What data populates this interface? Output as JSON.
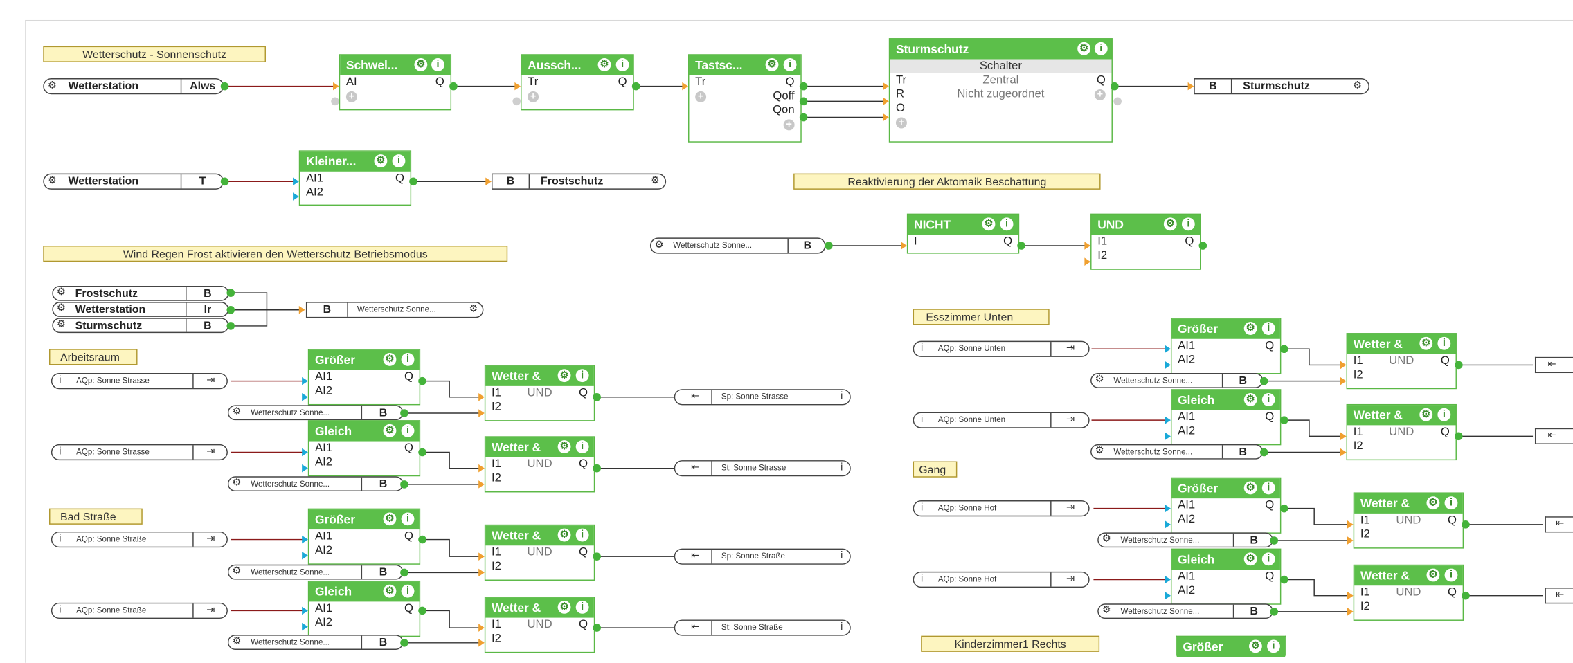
{
  "notes": {
    "wetterschutz": "Wetterschutz - Sonnenschutz",
    "reaktivierung": "Reaktivierung der Aktomaik Beschattung",
    "wind_regen": "Wind Regen Frost aktivieren den Wetterschutz Betriebsmodus",
    "arbeitsraum": "Arbeitsraum",
    "bad": "Bad Straße",
    "esszimmer": "Esszimmer Unten",
    "gang": "Gang",
    "kinderzimmer": "Kinderzimmer1 Rechts"
  },
  "icons": {
    "gear": "gear-icon",
    "info": "info-icon",
    "add": "add-input-icon",
    "input_box": "input-box-icon",
    "output_box": "output-box-icon"
  },
  "colors": {
    "block_header": "#5cbf4a",
    "note_bg": "#fdf5c0",
    "bool_wire": "#333333",
    "analog_wire": "#8b1a1a",
    "input_port": "#f0a030",
    "analog_port": "#19a9d8"
  },
  "pins": {
    "ai": "AI",
    "ai1": "AI1",
    "ai2": "AI2",
    "q": "Q",
    "tr": "Tr",
    "qoff": "Qoff",
    "qon": "Qon",
    "r": "R",
    "o": "O",
    "i": "I",
    "i1": "I1",
    "i2": "I2",
    "und": "UND"
  },
  "blocks": {
    "schwel": "Schwel...",
    "aussch": "Aussch...",
    "tastsc": "Tastsc...",
    "sturm": "Sturmschutz",
    "sturm_schalter": "Schalter",
    "sturm_zentral": "Zentral",
    "sturm_nicht": "Nicht zugeordnet",
    "kleiner": "Kleiner...",
    "nicht": "NICHT",
    "und": "UND",
    "groesser": "Größer",
    "gleich": "Gleich",
    "wetter": "Wetter &"
  },
  "pills": {
    "wetterstation": "Wetterstation",
    "alws": "Alws",
    "t": "T",
    "b": "B",
    "ir": "Ir",
    "sturmschutz": "Sturmschutz",
    "frostschutz": "Frostschutz",
    "ws_sonne": "Wetterschutz Sonne...",
    "aqp_strasse": "AQp: Sonne Strasse",
    "aqp_strasse2": "AQp: Sonne Straße",
    "aqp_unten": "AQp: Sonne Unten",
    "aqp_hof": "AQp: Sonne Hof",
    "sp_strasse": "Sp: Sonne Strasse",
    "st_strasse": "St: Sonne Strasse",
    "sp_strasse2": "Sp: Sonne Straße",
    "st_strasse2": "St: Sonne Straße"
  }
}
